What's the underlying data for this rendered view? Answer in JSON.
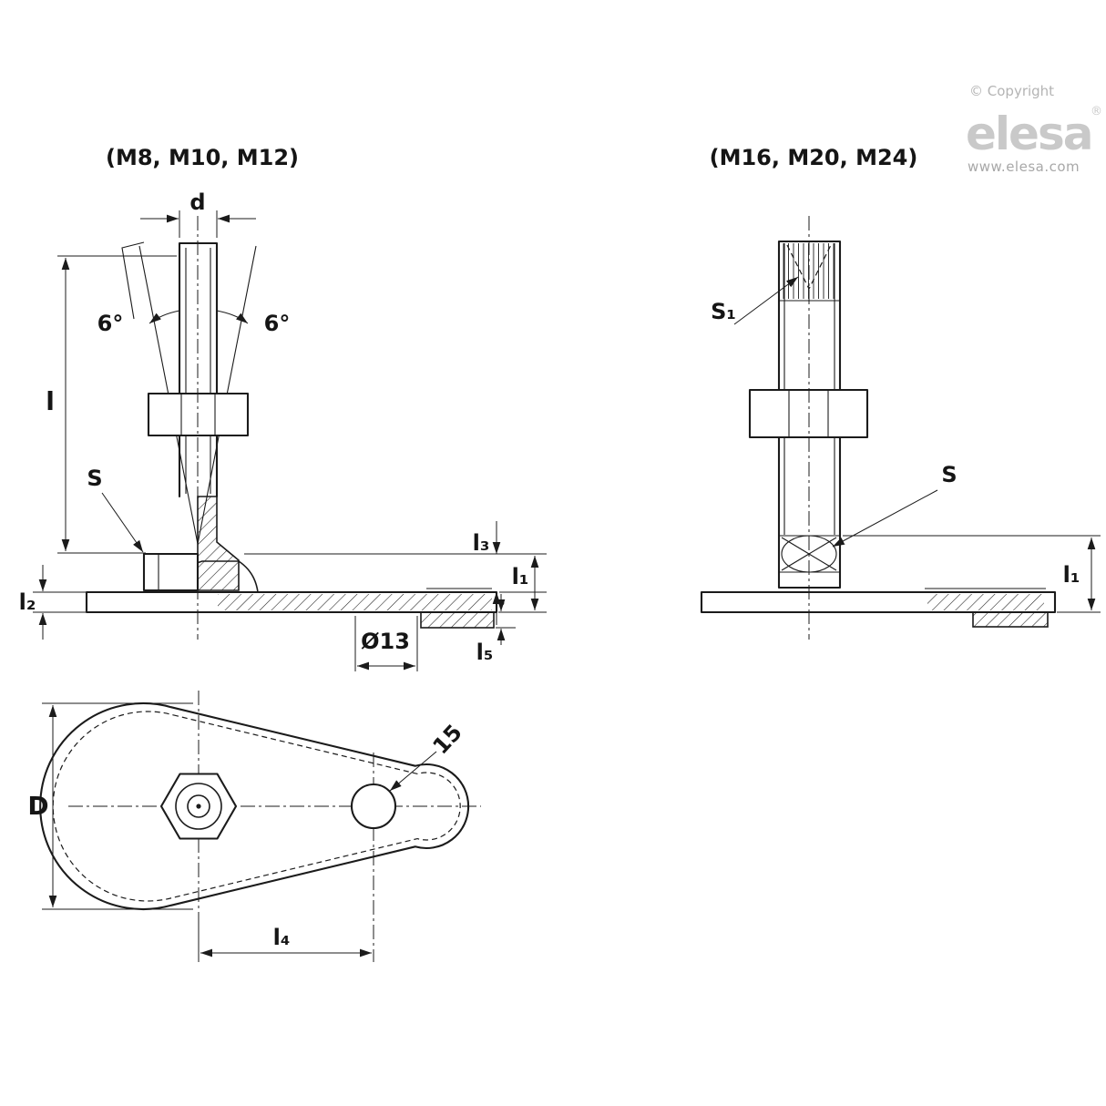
{
  "branding": {
    "copyright": "© Copyright",
    "logo": "elesa",
    "registered": "®",
    "website": "www.elesa.com"
  },
  "left_view": {
    "title": "(M8, M10, M12)",
    "labels": {
      "d": "d",
      "angle_left": "6°",
      "angle_right": "6°",
      "length": "l",
      "wrench": "S",
      "l2": "l₂",
      "l3": "l₃",
      "l1": "l₁",
      "l5": "l₅",
      "hole_dia": "Ø13"
    }
  },
  "right_view": {
    "title": "(M16, M20, M24)",
    "labels": {
      "socket": "S₁",
      "wrench": "S",
      "l1": "l₁"
    }
  },
  "bottom_view": {
    "labels": {
      "base_dia": "D",
      "hole_spacing": "l₄",
      "hole_dia": "15"
    }
  }
}
